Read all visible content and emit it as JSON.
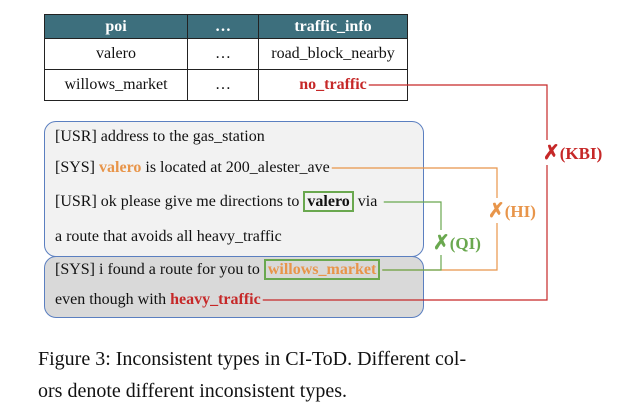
{
  "table": {
    "headers": [
      "poi",
      "…",
      "traffic_info"
    ],
    "rows": [
      [
        "valero",
        "…",
        "road_block_nearby"
      ],
      [
        "willows_market",
        "…",
        "no_traffic"
      ]
    ]
  },
  "dialogue": {
    "line1": "[USR] address to the gas_station",
    "line2_prefix": "[SYS] ",
    "line2_entity": "valero",
    "line2_suffix": " is located at 200_alester_ave",
    "line3_prefix": "[USR] ok please give me directions to ",
    "line3_entity": "valero",
    "line3_suffix": " via",
    "line4": "a route that avoids all heavy_traffic",
    "line5_prefix": "[SYS] i found a route for you to ",
    "line5_entity": "willows_market",
    "line6_prefix": "even though with ",
    "line6_entity": "heavy_traffic"
  },
  "labels": {
    "kbi_mark": "✗",
    "kbi": "(KBI)",
    "hi_mark": "✗",
    "hi": "(HI)",
    "qi_mark": "✗",
    "qi": "(QI)"
  },
  "caption": {
    "line1": "Figure 3:  Inconsistent types in CI-ToD. Different col-",
    "line2": "ors denote different inconsistent types."
  },
  "colors": {
    "kbi": "#c62828",
    "hi": "#e8954a",
    "qi": "#6aa84f",
    "header": "#3d6f7d",
    "box_border": "#5b7fc0"
  }
}
